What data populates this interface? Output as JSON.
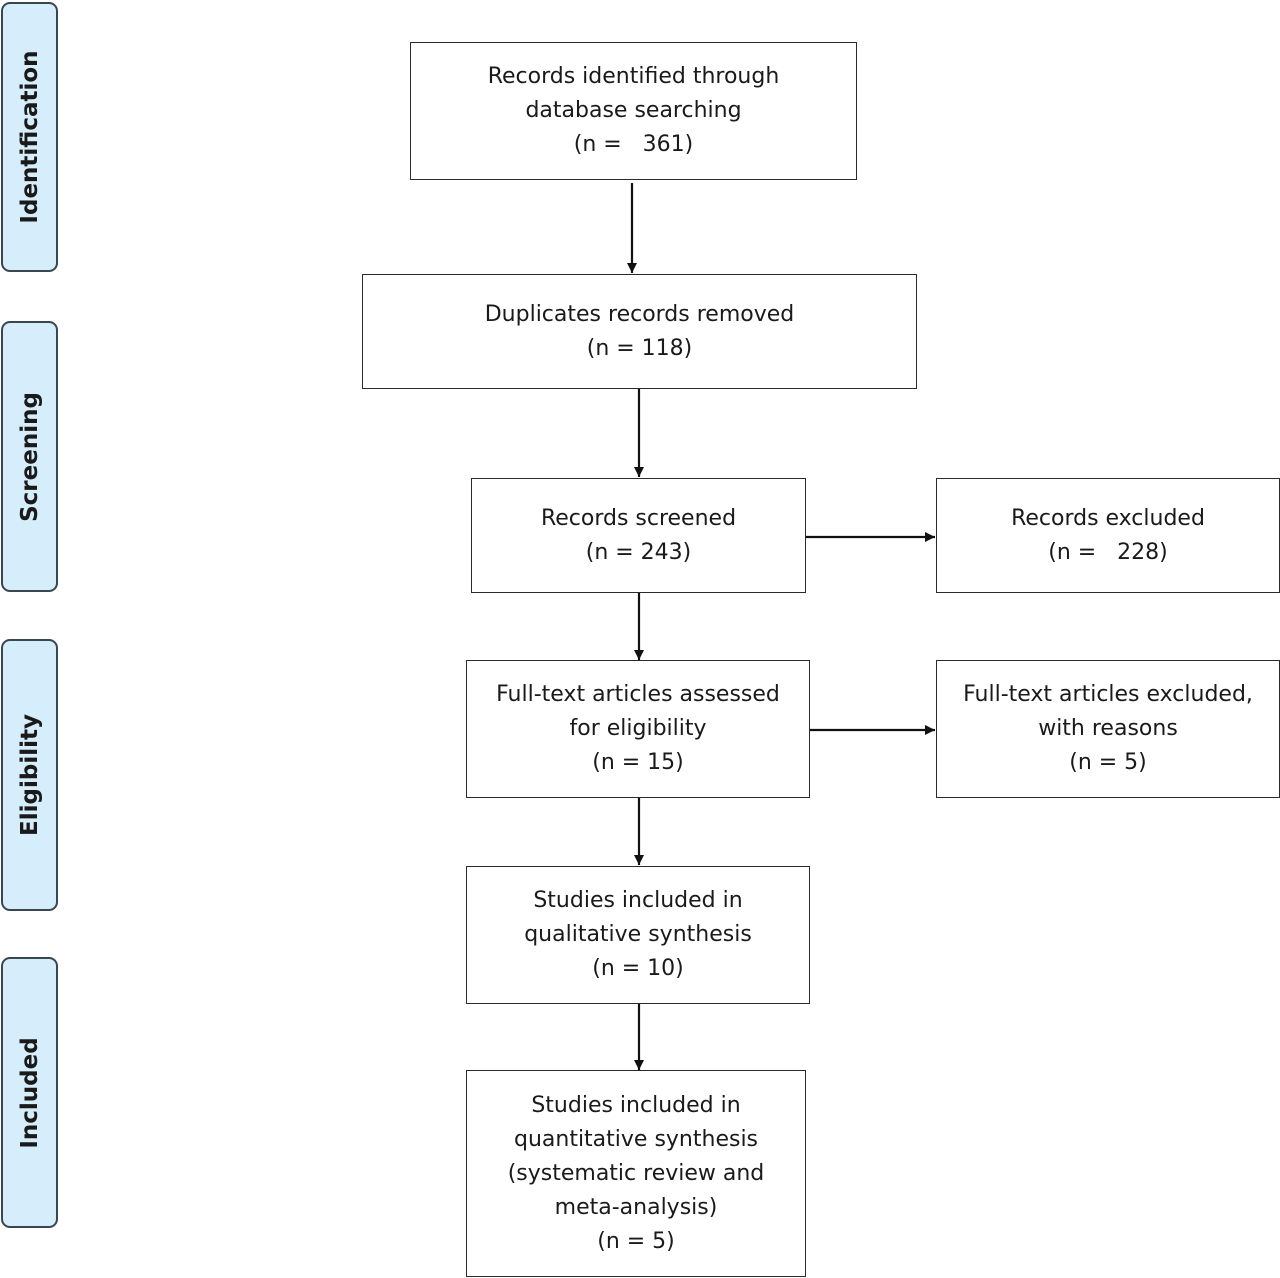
{
  "phases": [
    {
      "id": "identification",
      "label": "Identification"
    },
    {
      "id": "screening",
      "label": "Screening"
    },
    {
      "id": "eligibility",
      "label": "Eligibility"
    },
    {
      "id": "included",
      "label": "Included"
    }
  ],
  "boxes": {
    "identified": {
      "lines": [
        "Records identified through",
        "database searching",
        "(n =   361)"
      ]
    },
    "duplicates": {
      "lines": [
        "Duplicates records removed",
        "(n = 118)"
      ]
    },
    "screened": {
      "lines": [
        "Records screened",
        "(n = 243)"
      ]
    },
    "excluded": {
      "lines": [
        "Records excluded",
        "(n =   228)"
      ]
    },
    "fulltext": {
      "lines": [
        "Full-text articles assessed",
        "for eligibility",
        "(n = 15)"
      ]
    },
    "fulltext_excluded": {
      "lines": [
        "Full-text articles excluded,",
        "with reasons",
        "(n = 5)"
      ]
    },
    "qualitative": {
      "lines": [
        "Studies included in",
        "qualitative synthesis",
        "(n = 10)"
      ]
    },
    "quantitative": {
      "lines": [
        "Studies included in",
        "quantitative synthesis",
        "(systematic review and",
        "meta-analysis)",
        "(n = 5)"
      ]
    }
  }
}
